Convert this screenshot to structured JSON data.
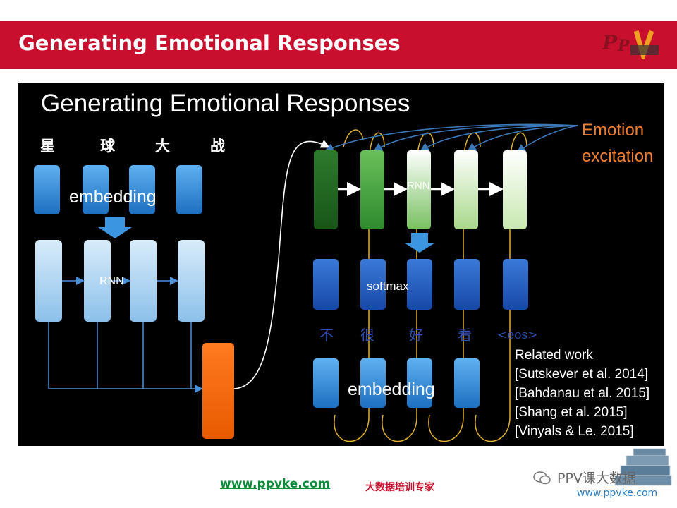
{
  "header": {
    "title": "Generating Emotional Responses"
  },
  "slide": {
    "title": "Generating Emotional Responses",
    "input_chars": [
      "星",
      "球",
      "大",
      "战"
    ],
    "embedding_label": "embedding",
    "encoder_label": "RNN",
    "decoder_label": "RNN",
    "softmax_label": "softmax",
    "output_tokens": [
      "不",
      "很",
      "好",
      "看",
      "<eos>"
    ],
    "decoder_embedding_label": "embedding",
    "emotion_line1": "Emotion",
    "emotion_line2": "excitation",
    "related_work_title": "Related work",
    "related_work": [
      "[Sutskever et al. 2014]",
      "[Bahdanau et al. 2015]",
      "[Shang et al. 2015]",
      "[Vinyals & Le. 2015]"
    ]
  },
  "footer": {
    "url": "www.ppvke.com",
    "slogan": "大数据培训专家",
    "watermark_name": "PPV课大数据",
    "watermark_url": "www.ppvke.com"
  },
  "colors": {
    "header_red": "#c8102e",
    "emotion_orange": "#f08030",
    "attention_gold": "#e0b030",
    "context_orange": "#ff6a10"
  }
}
